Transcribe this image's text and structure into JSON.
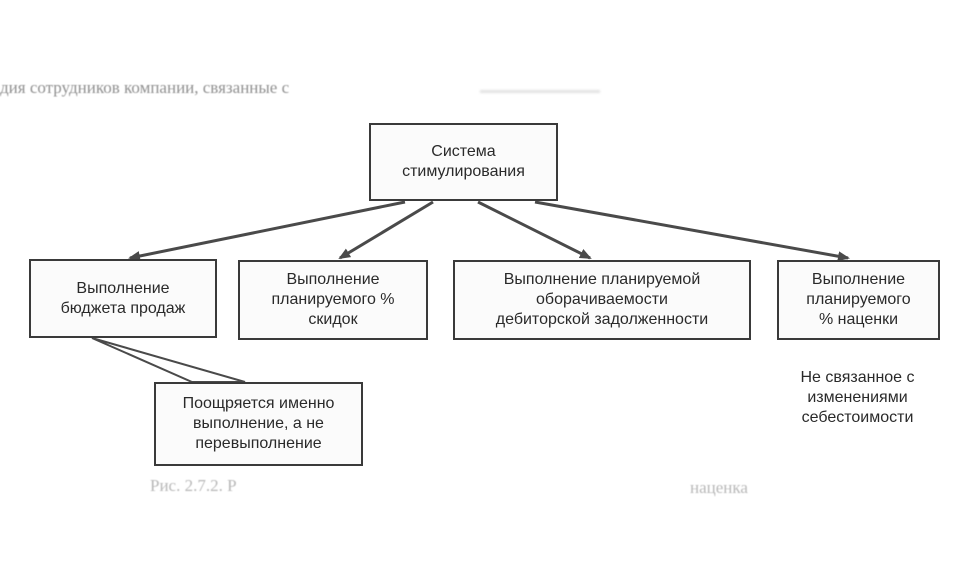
{
  "fragments": {
    "top": "дия сотрудников компании, связанные с",
    "bottom_left": "Рис. 2.7.2. Р",
    "bottom_right": "наценка"
  },
  "root": {
    "text": "Система\nстимулирования"
  },
  "children": [
    {
      "text": "Выполнение\nбюджета продаж"
    },
    {
      "text": "Выполнение\nпланируемого %\nскидок"
    },
    {
      "text": "Выполнение планируемой\nоборачиваемости\nдебиторской задолженности"
    },
    {
      "text": "Выполнение\nпланируемого\n% наценки"
    }
  ],
  "callout": {
    "text": "Поощряется именно\nвыполнение, а не\nперевыполнение"
  },
  "note": {
    "text": "Не связанное с\nизменениями\nсебестоимости"
  },
  "colors": {
    "line": "#4a4a4a",
    "border": "#3a3a3a"
  }
}
